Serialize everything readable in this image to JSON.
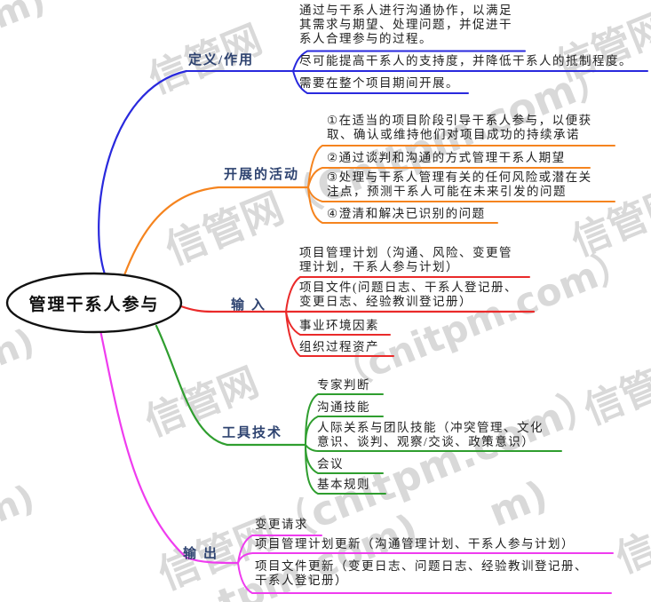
{
  "central": {
    "title": "管理干系人参与"
  },
  "colors": {
    "node_border": "#111111",
    "label_text": "#2e4370",
    "leaf_text": "#202020",
    "watermark": "#d9d9d9",
    "background": "#ffffff"
  },
  "branches": [
    {
      "label": "定义/作用",
      "color": "#2929dd",
      "leaves": [
        {
          "text": "通过与干系人进行沟通协作，以满足\n其需求与期望、处理问题，并促进干\n系人合理参与的过程。"
        },
        {
          "text": "尽可能提高干系人的支持度，并降低干系人的抵制程度。"
        },
        {
          "text": "需要在整个项目期间开展。"
        }
      ]
    },
    {
      "label": "开展的活动",
      "color": "#f5841f",
      "leaves": [
        {
          "text": "①在适当的项目阶段引导干系人参与，以便获\n取、确认或维持他们对项目成功的持续承诺"
        },
        {
          "text": "②通过谈判和沟通的方式管理干系人期望"
        },
        {
          "text": "③处理与干系人管理有关的任何风险或潜在关\n注点，预测干系人可能在未来引发的问题"
        },
        {
          "text": "④澄清和解决已识别的问题"
        }
      ]
    },
    {
      "label": "输入",
      "color": "#ea2a2a",
      "leaves": [
        {
          "text": "项目管理计划（沟通、风险、变更管\n理计划，干系人参与计划）"
        },
        {
          "text": "项目文件(问题日志、干系人登记册、\n变更日志、经验教训登记册）"
        },
        {
          "text": "事业环境因素"
        },
        {
          "text": "组织过程资产"
        }
      ]
    },
    {
      "label": "工具技术",
      "color": "#2f9e2f",
      "leaves": [
        {
          "text": "专家判断"
        },
        {
          "text": "沟通技能"
        },
        {
          "text": "人际关系与团队技能（冲突管理、文化\n意识、谈判、观察/交谈、政策意识）"
        },
        {
          "text": "会议"
        },
        {
          "text": "基本规则"
        }
      ]
    },
    {
      "label": "输出",
      "color": "#ef3cef",
      "leaves": [
        {
          "text": "变更请求"
        },
        {
          "text": "项目管理计划更新（沟通管理计划、干系人参与计划）"
        },
        {
          "text": "项目文件更新（变更日志、问题日志、经验教训登记册、\n干系人登记册）"
        }
      ]
    }
  ],
  "watermark": {
    "full_text": "信管网（Cnitpm.com）",
    "fragments": [
      "m)",
      "信管网",
      "信管网",
      "信管网（Cnitpm.com）",
      "信管网",
      "（cnitpm.com）",
      "n)",
      "信管网",
      "信管网",
      "n)",
      "信管网（cnitpm.com）",
      "tpm.com)",
      "信管网",
      "m)"
    ]
  }
}
